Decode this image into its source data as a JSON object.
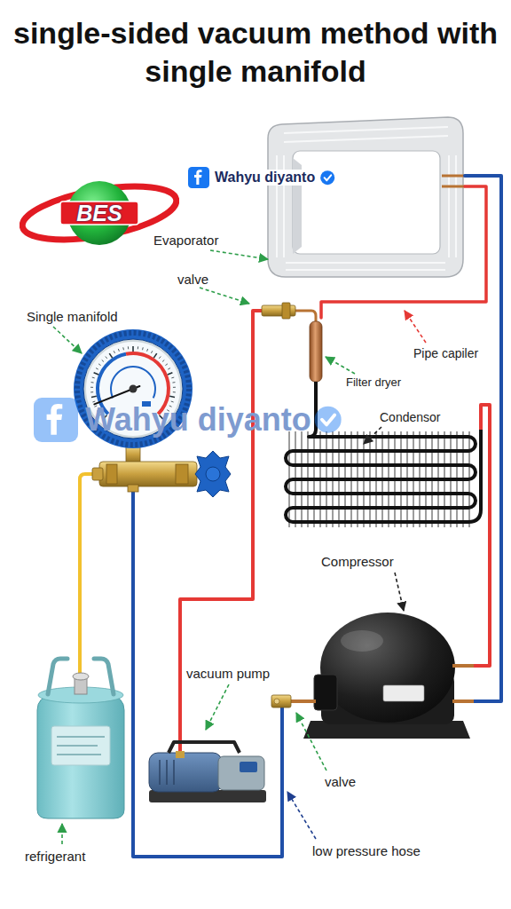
{
  "diagram": {
    "title": "single-sided vacuum method with single manifold",
    "nodes": [
      {
        "text": [
          "BES"
        ]
      }
    ],
    "labels": [
      "Wahyu diyanto",
      "Evaporator",
      "valve",
      "Single manifold",
      "Pipe capiler",
      "Filter dryer",
      "Wahyu diyanto",
      "Condensor",
      "Compressor",
      "vacuum pump",
      "valve",
      "refrigerant",
      "low pressure hose"
    ]
  }
}
